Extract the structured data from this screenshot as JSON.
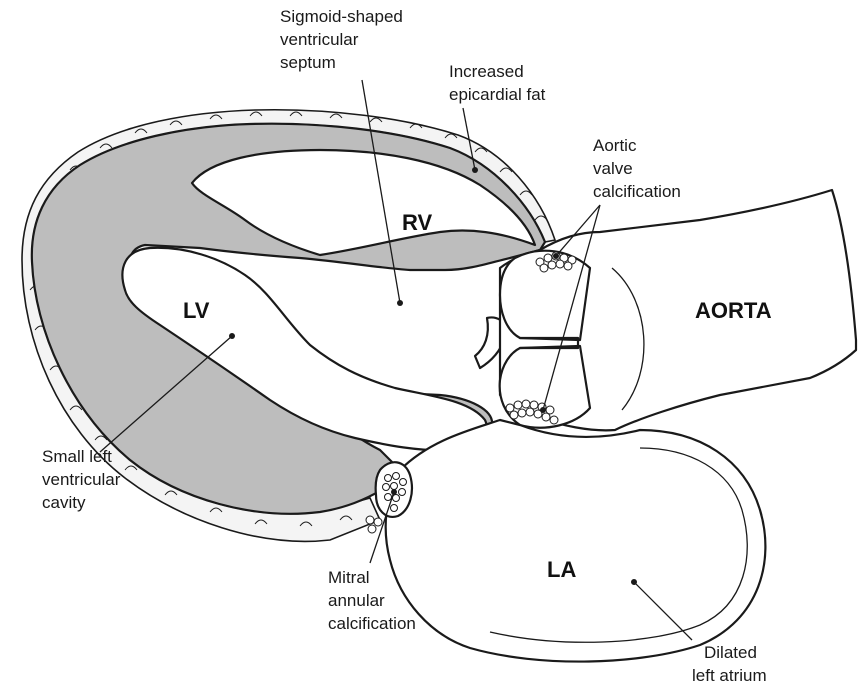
{
  "chambers": {
    "lv": "LV",
    "rv": "RV",
    "la": "LA",
    "aorta": "AORTA"
  },
  "labels": {
    "septum": [
      "Sigmoid-shaped",
      "ventricular",
      "septum"
    ],
    "epicardial_fat": [
      "Increased",
      "epicardial fat"
    ],
    "aortic_valve": [
      "Aortic",
      "valve",
      "calcification"
    ],
    "small_lv": [
      "Small left",
      "ventricular",
      "cavity"
    ],
    "mitral": [
      "Mitral",
      "annular",
      "calcification"
    ],
    "dilated_la": [
      "Dilated",
      "left atrium"
    ]
  }
}
